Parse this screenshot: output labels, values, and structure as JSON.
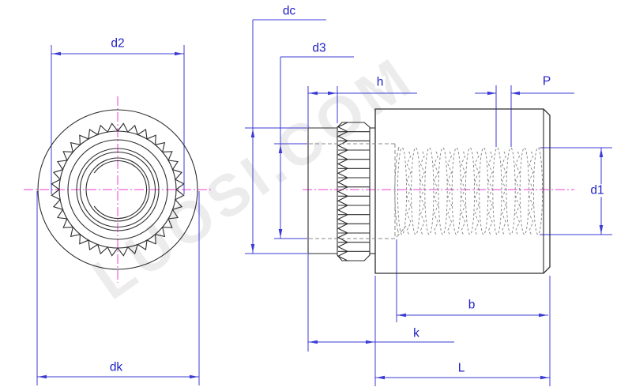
{
  "watermark": {
    "text": "LUOSI.COM"
  },
  "labels": {
    "d2": "d2",
    "dc": "dc",
    "d3": "d3",
    "h": "h",
    "p": "P",
    "d1": "d1",
    "b": "b",
    "k": "k",
    "l": "L",
    "dk": "dk"
  },
  "colors": {
    "background": "#ffffff",
    "outline": "#2d2d30",
    "dimension": "#3b3bd4",
    "label_text": "#2020c8",
    "hidden_dash": "#8a8a8a",
    "centerline": "#ee3cd6",
    "watermark": "rgba(0,0,0,0.075)"
  }
}
